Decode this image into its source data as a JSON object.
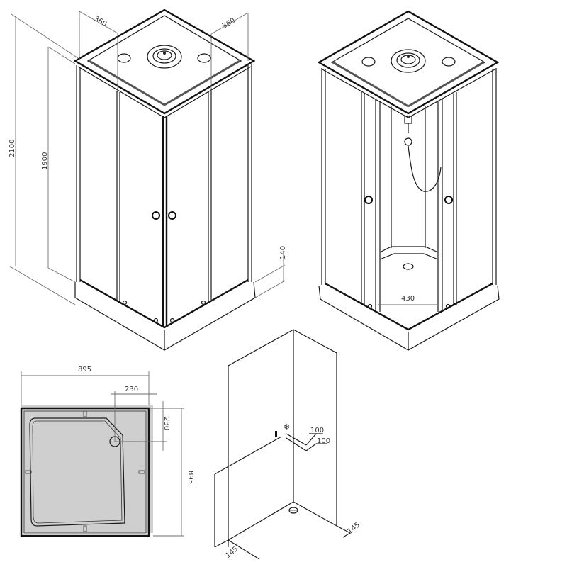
{
  "figure": {
    "subject": "Square shower cabin with tray — technical dimension drawing",
    "views": [
      {
        "name": "closed-cabin-isometric",
        "dims": [
          "360",
          "360",
          "2100",
          "1900",
          "140"
        ]
      },
      {
        "name": "open-cabin-isometric",
        "dims": [
          "430"
        ]
      },
      {
        "name": "tray-plan-view",
        "dims": [
          "895",
          "230",
          "230",
          "895"
        ]
      },
      {
        "name": "installation-corner",
        "dims": [
          "100",
          "100",
          "145",
          "145"
        ]
      }
    ]
  },
  "labels": {
    "top_left_offset": "360",
    "top_right_offset": "360",
    "total_height": "2100",
    "door_height": "1900",
    "tray_height": "140",
    "door_opening_width": "430",
    "tray_width": "895",
    "drain_offset_x": "230",
    "drain_offset_y": "230",
    "tray_depth": "895",
    "supply_offset_1": "100",
    "supply_offset_2": "100",
    "wall_offset_left": "145",
    "wall_offset_right": "145"
  },
  "colors": {
    "line": "#1a1a1a",
    "dimension": "#6e6e6e",
    "shadow": "#c8c8c8",
    "background": "#ffffff"
  }
}
